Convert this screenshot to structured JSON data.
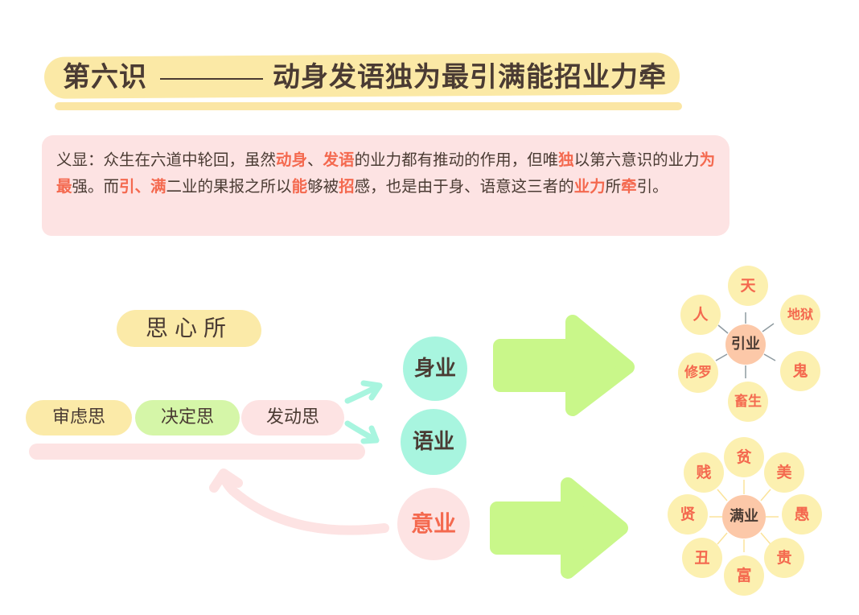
{
  "title": {
    "lead": "第六识",
    "subject": "动身发语独为最引满能招业力牵"
  },
  "explanation": {
    "t1": "义显：众生在六道中轮回，虽然",
    "h1": "动身",
    "t2": "、",
    "h2": "发语",
    "t3": "的业力都有推动的作用，但唯",
    "h3": "独",
    "t4": "以第六意识的业力",
    "h4": "为最",
    "t5": "强。而",
    "h5": "引、满",
    "t6": "二业的果报之所以",
    "h6": "能",
    "t7": "够被",
    "h7": "招",
    "t8": "感，也是由于身、语意这三者的",
    "h8": "业力",
    "t9": "所",
    "h9": "牵",
    "t10": "引。"
  },
  "mental_factors": {
    "heading": "思心所",
    "items": [
      "审虑思",
      "决定思",
      "发动思"
    ]
  },
  "karmas": {
    "body": "身业",
    "speech": "语业",
    "mind": "意业"
  },
  "projecting_karma": {
    "center": "引业",
    "realms": [
      "天",
      "地狱",
      "鬼",
      "畜生",
      "修罗",
      "人"
    ]
  },
  "completing_karma": {
    "center": "满业",
    "traits": [
      "贫",
      "美",
      "愚",
      "贵",
      "富",
      "丑",
      "贤",
      "贱"
    ]
  },
  "colors": {
    "yellow": "#fbeaa8",
    "green": "#d5f6a8",
    "pink": "#fde3e3",
    "mint": "#a8f5df",
    "accent": "#f4694f",
    "arrow": "#c9f78a"
  }
}
